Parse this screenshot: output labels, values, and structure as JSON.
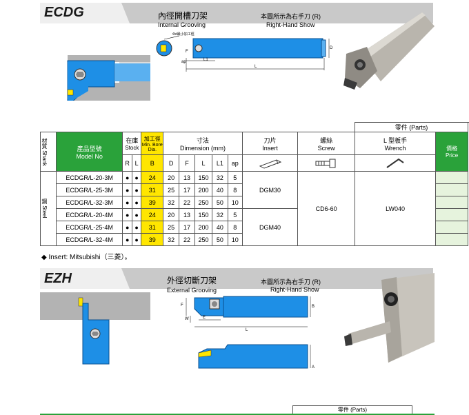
{
  "section1": {
    "code": "ECDG",
    "title_zh": "內徑開槽刀架",
    "title_en": "Internal Grooving",
    "hand_zh": "本圖所示為右手刀 (R)",
    "hand_en": "Right-Hand Show",
    "dim_labels": {
      "d_label": "Φd最小加工徑",
      "ap": "ap",
      "l1": "L1",
      "l": "L",
      "d": "D",
      "f": "F"
    }
  },
  "table": {
    "parts_header": "零件 (Parts)",
    "material_zh": "材質",
    "material_en": "Shank",
    "model_zh": "產品型號",
    "model_en": "Model No",
    "stock_zh": "在庫",
    "stock_en": "Stock",
    "bore_zh": "加工徑",
    "bore_en1": "Min. Bore",
    "bore_en2": "Dia.",
    "dim_zh": "寸法",
    "dim_en": "Dimension (mm)",
    "insert_zh": "刀片",
    "insert_en": "Insert",
    "screw_zh": "螺絲",
    "screw_en": "Screw",
    "wrench_zh": "L 型板手",
    "wrench_en": "Wrench",
    "price_zh": "價格",
    "price_en": "Price",
    "col_R": "R",
    "col_L": "L",
    "col_B": "B",
    "col_D": "D",
    "col_F": "F",
    "col_Ldim": "L",
    "col_L1": "L1",
    "col_ap": "ap",
    "steel_zh": "鋼",
    "steel_en": "Steel",
    "rows": [
      {
        "model": "ECDGR/L-20-3M",
        "b": "24",
        "d": "20",
        "f": "13",
        "l": "150",
        "l1": "32",
        "ap": "5"
      },
      {
        "model": "ECDGR/L-25-3M",
        "b": "31",
        "d": "25",
        "f": "17",
        "l": "200",
        "l1": "40",
        "ap": "8"
      },
      {
        "model": "ECDGR/L-32-3M",
        "b": "39",
        "d": "32",
        "f": "22",
        "l": "250",
        "l1": "50",
        "ap": "10"
      },
      {
        "model": "ECDGR/L-20-4M",
        "b": "24",
        "d": "20",
        "f": "13",
        "l": "150",
        "l1": "32",
        "ap": "5"
      },
      {
        "model": "ECDGR/L-25-4M",
        "b": "31",
        "d": "25",
        "f": "17",
        "l": "200",
        "l1": "40",
        "ap": "8"
      },
      {
        "model": "ECDGR/L-32-4M",
        "b": "39",
        "d": "32",
        "f": "22",
        "l": "250",
        "l1": "50",
        "ap": "10"
      }
    ],
    "stock_mark": "●",
    "insert1": "DGM30",
    "insert2": "DGM40",
    "screw": "CD6-60",
    "wrench": "LW040"
  },
  "note": "◆ Insert: Mitsubishi（三菱）。",
  "section2": {
    "code": "EZH",
    "title_zh": "外徑切斷刀架",
    "title_en": "External Grooving",
    "hand_zh": "本圖所示為右手刀 (R)",
    "hand_en": "Right-Hand Show",
    "dim_labels": {
      "f": "F",
      "w": "W",
      "e": "E",
      "l": "L",
      "b": "B",
      "a": "A"
    }
  },
  "bottom": {
    "parts_header": "零件 (Parts)"
  },
  "colors": {
    "tool_blue": "#1e8fe6",
    "green": "#2aa23a",
    "yellow": "#ffe600",
    "grey_bar": "#c9c9c9"
  }
}
